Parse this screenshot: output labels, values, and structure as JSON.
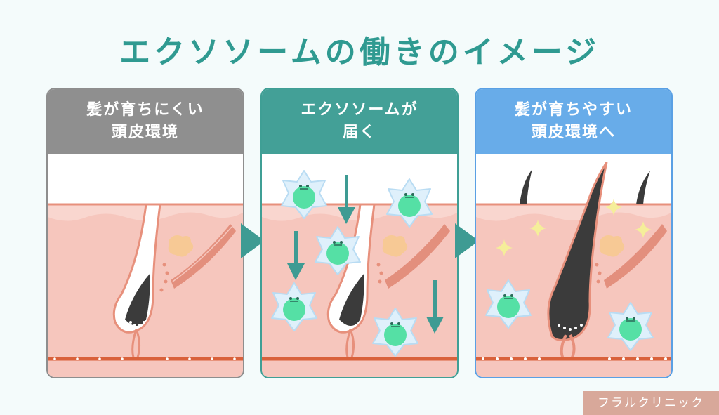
{
  "title": "エクソソームの働きのイメージ",
  "panels": [
    {
      "line1": "髪が育ちにくい",
      "line2": "頭皮環境"
    },
    {
      "line1": "エクソソームが",
      "line2": "届く"
    },
    {
      "line1": "髪が育ちやすい",
      "line2": "頭皮環境へ"
    }
  ],
  "credit": "フラルクリニック",
  "colors": {
    "title": "#2f9a91",
    "panel1_header": "#8f8f8f",
    "panel2_header": "#43a097",
    "panel3_header": "#68ace9",
    "skin": "#f6c6bd",
    "skin_edge": "#e7907c",
    "hair": "#3b3b3b",
    "arrow": "#3e9b93",
    "exosome_core": "#55e0a5",
    "exosome_shell": "#dff0fb"
  }
}
